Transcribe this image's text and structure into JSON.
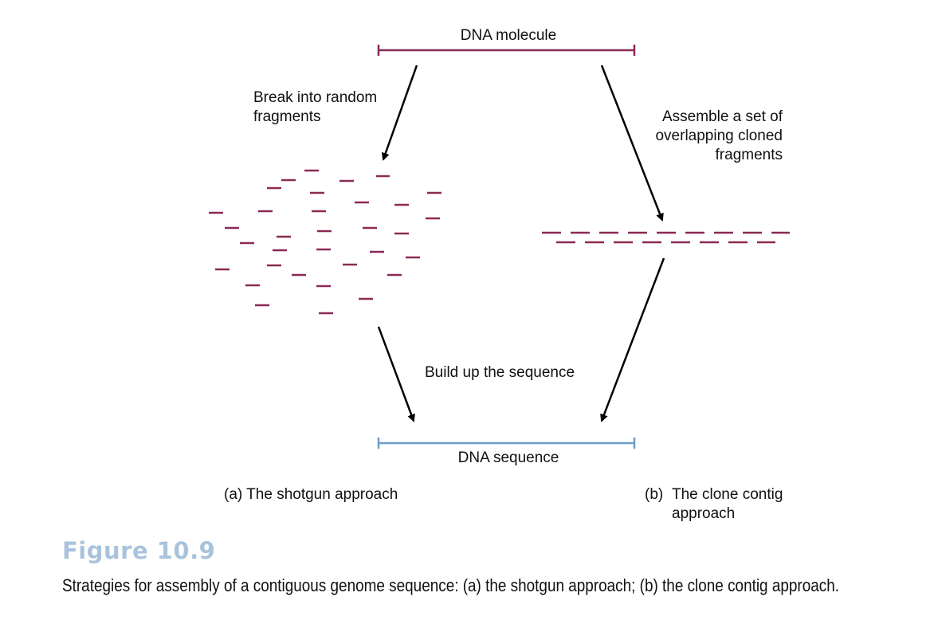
{
  "diagram": {
    "top_label": "DNA molecule",
    "step_break": [
      "Break into random",
      "fragments"
    ],
    "step_assemble": [
      "Assemble a set of",
      "overlapping cloned",
      "fragments"
    ],
    "step_build": "Build up the sequence",
    "bottom_label": "DNA sequence",
    "panel_a": {
      "letter": "(a)",
      "text": "The shotgun approach"
    },
    "panel_b": {
      "letter": "(b)",
      "text_lines": [
        "The clone contig",
        "approach"
      ]
    }
  },
  "caption": {
    "number": "Figure 10.9",
    "text": "Strategies for assembly of a contiguous genome sequence: (a) the shotgun approach; (b) the clone contig approach."
  },
  "colors": {
    "molecule": "#8b2a55",
    "sequence": "#6e9cc8",
    "arrow": "#000000",
    "figure_number": "#a9c3dc"
  }
}
